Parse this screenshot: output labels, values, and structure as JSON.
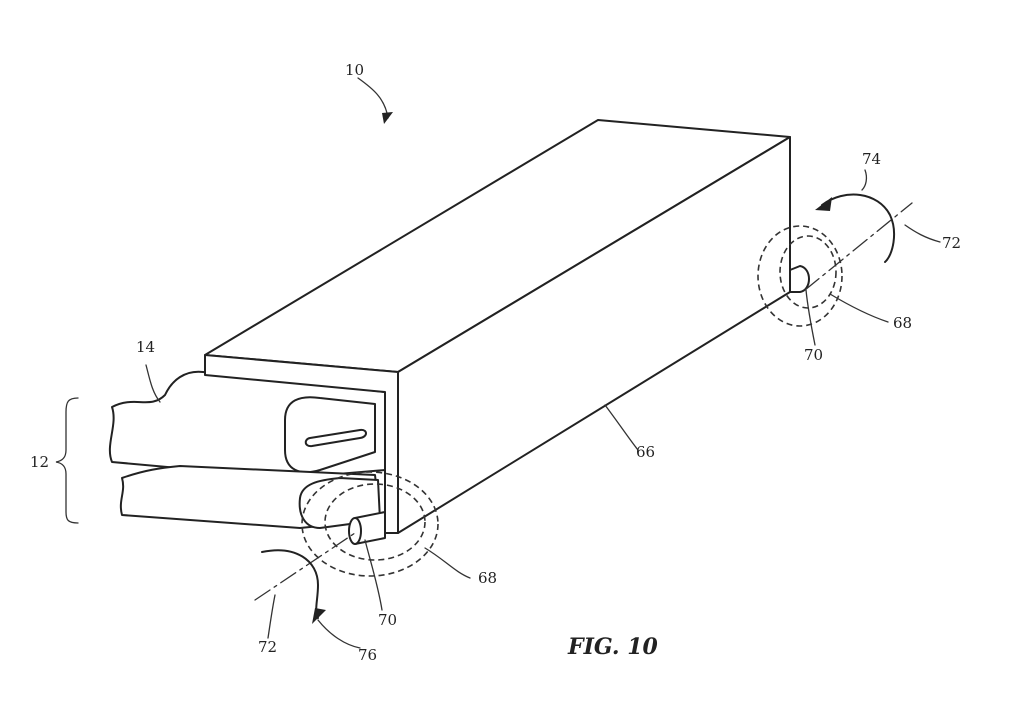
{
  "figure": {
    "caption": "FIG. 10",
    "labels": {
      "device": "10",
      "stack": "12",
      "layer": "14",
      "housing": "66",
      "region_left": "68",
      "region_right": "68",
      "pin_left": "70",
      "pin_right": "70",
      "axis_left": "72",
      "axis_right": "72",
      "rotation_right": "74",
      "rotation_left": "76"
    }
  }
}
